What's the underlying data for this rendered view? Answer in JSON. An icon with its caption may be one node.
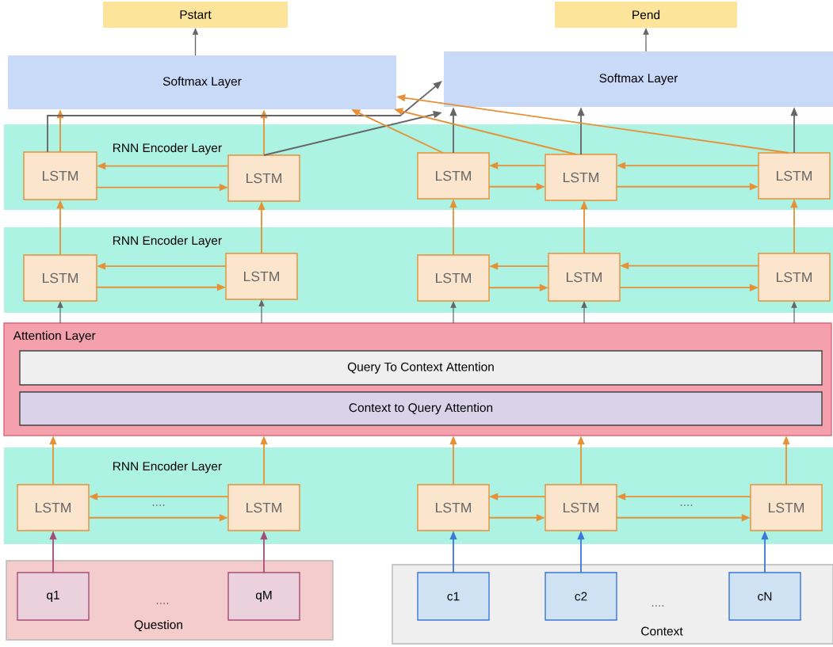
{
  "diagram": {
    "nodes": [
      {
        "text": [
          "Pstart"
        ]
      },
      {
        "text": [
          "Pend"
        ]
      },
      {
        "text": [
          "Softmax Layer"
        ]
      },
      {
        "text": [
          "Softmax Layer"
        ]
      },
      {
        "text": [
          "RNN Encoder Layer"
        ]
      },
      {
        "text": [
          "LSTM"
        ],
        "in": 4
      },
      {
        "text": [
          "LSTM"
        ],
        "in": 4
      },
      {
        "text": [
          "LSTM"
        ],
        "in": 4
      },
      {
        "text": [
          "LSTM"
        ],
        "in": 4
      },
      {
        "text": [
          "LSTM"
        ],
        "in": 4
      },
      {
        "text": [
          "RNN Encoder Layer"
        ]
      },
      {
        "text": [
          "LSTM"
        ],
        "in": 10
      },
      {
        "text": [
          "LSTM"
        ],
        "in": 10
      },
      {
        "text": [
          "LSTM"
        ],
        "in": 10
      },
      {
        "text": [
          "LSTM"
        ],
        "in": 10
      },
      {
        "text": [
          "LSTM"
        ],
        "in": 10
      },
      {
        "text": [
          "Attention Layer"
        ]
      },
      {
        "text": [
          "Query To Context Attention"
        ],
        "in": 16
      },
      {
        "text": [
          "Context to Query Attention"
        ],
        "in": 16
      },
      {
        "text": [
          "RNN Encoder Layer"
        ]
      },
      {
        "text": [
          "LSTM"
        ],
        "in": 19
      },
      {
        "text": [
          "LSTM"
        ],
        "in": 19
      },
      {
        "text": [
          "LSTM"
        ],
        "in": 19
      },
      {
        "text": [
          "LSTM"
        ],
        "in": 19
      },
      {
        "text": [
          "LSTM"
        ],
        "in": 19
      },
      {
        "text": [
          "Question"
        ]
      },
      {
        "text": [
          "q1"
        ],
        "in": 25
      },
      {
        "text": [
          "qM"
        ],
        "in": 25
      },
      {
        "text": [
          "Context"
        ]
      },
      {
        "text": [
          "c1"
        ],
        "in": 28
      },
      {
        "text": [
          "c2"
        ],
        "in": 28
      },
      {
        "text": [
          "cN"
        ],
        "in": 28
      }
    ],
    "edges": [
      {
        "from": 2,
        "to": 0,
        "arrow": "to",
        "color": "#666666"
      },
      {
        "from": 3,
        "to": 1,
        "arrow": "to",
        "color": "#666666"
      },
      {
        "from": 26,
        "to": 20,
        "arrow": "to",
        "color": "#a64d79"
      },
      {
        "from": 27,
        "to": 21,
        "arrow": "to",
        "color": "#a64d79"
      },
      {
        "from": 29,
        "to": 22,
        "arrow": "to",
        "color": "#3c78d8"
      },
      {
        "from": 30,
        "to": 23,
        "arrow": "to",
        "color": "#3c78d8"
      },
      {
        "from": 31,
        "to": 24,
        "arrow": "to",
        "color": "#3c78d8"
      },
      {
        "from": 21,
        "to": 20,
        "arrow": "to"
      },
      {
        "from": 20,
        "to": 21,
        "arrow": "to"
      },
      {
        "from": 23,
        "to": 22,
        "arrow": "to"
      },
      {
        "from": 22,
        "to": 23,
        "arrow": "to"
      },
      {
        "from": 24,
        "to": 23,
        "arrow": "to"
      },
      {
        "from": 23,
        "to": 24,
        "arrow": "to"
      },
      {
        "from": 20,
        "to": 16,
        "arrow": "to"
      },
      {
        "from": 21,
        "to": 16,
        "arrow": "to"
      },
      {
        "from": 22,
        "to": 16,
        "arrow": "to"
      },
      {
        "from": 23,
        "to": 16,
        "arrow": "to"
      },
      {
        "from": 24,
        "to": 16,
        "arrow": "to"
      },
      {
        "from": 16,
        "to": 11,
        "arrow": "to",
        "color": "#666666"
      },
      {
        "from": 16,
        "to": 12,
        "arrow": "to",
        "color": "#666666"
      },
      {
        "from": 16,
        "to": 13,
        "arrow": "to",
        "color": "#666666"
      },
      {
        "from": 16,
        "to": 14,
        "arrow": "to",
        "color": "#666666"
      },
      {
        "from": 16,
        "to": 15,
        "arrow": "to",
        "color": "#666666"
      },
      {
        "from": 12,
        "to": 11,
        "arrow": "to"
      },
      {
        "from": 11,
        "to": 12,
        "arrow": "to"
      },
      {
        "from": 14,
        "to": 13,
        "arrow": "to"
      },
      {
        "from": 13,
        "to": 14,
        "arrow": "to"
      },
      {
        "from": 15,
        "to": 14,
        "arrow": "to"
      },
      {
        "from": 14,
        "to": 15,
        "arrow": "to"
      },
      {
        "from": 11,
        "to": 5,
        "arrow": "to"
      },
      {
        "from": 12,
        "to": 6,
        "arrow": "to"
      },
      {
        "from": 13,
        "to": 7,
        "arrow": "to"
      },
      {
        "from": 14,
        "to": 8,
        "arrow": "to"
      },
      {
        "from": 15,
        "to": 9,
        "arrow": "to"
      },
      {
        "from": 6,
        "to": 5,
        "arrow": "to"
      },
      {
        "from": 5,
        "to": 6,
        "arrow": "to"
      },
      {
        "from": 8,
        "to": 7,
        "arrow": "to"
      },
      {
        "from": 7,
        "to": 8,
        "arrow": "to"
      },
      {
        "from": 9,
        "to": 8,
        "arrow": "to"
      },
      {
        "from": 8,
        "to": 9,
        "arrow": "to"
      },
      {
        "from": 5,
        "to": 2,
        "arrow": "to"
      },
      {
        "from": 6,
        "to": 2,
        "arrow": "to"
      },
      {
        "from": 5,
        "to": 3,
        "arrow": "to",
        "color": "#666666"
      },
      {
        "from": 6,
        "to": 3,
        "arrow": "to",
        "color": "#666666"
      },
      {
        "from": 7,
        "to": 3,
        "arrow": "to",
        "color": "#666666"
      },
      {
        "from": 8,
        "to": 3,
        "arrow": "to",
        "color": "#666666"
      },
      {
        "from": 9,
        "to": 3,
        "arrow": "to",
        "color": "#666666"
      },
      {
        "from": 7,
        "to": 2,
        "arrow": "to"
      },
      {
        "from": 8,
        "to": 2,
        "arrow": "to"
      },
      {
        "from": 9,
        "to": 2,
        "arrow": "to"
      }
    ],
    "labels": [
      "....",
      "....",
      "....",
      "...."
    ]
  }
}
